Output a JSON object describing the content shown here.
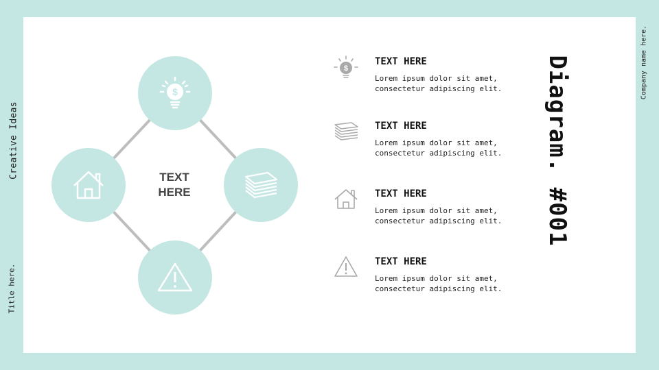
{
  "sidebar_left": {
    "section_title": "Creative Ideas",
    "slide_title": "Title here."
  },
  "sidebar_right": {
    "company": "Company name here."
  },
  "heading": "Diagram. #001",
  "diagram": {
    "center_line1": "TEXT",
    "center_line2": "HERE",
    "nodes": [
      {
        "icon": "lightbulb-dollar-icon"
      },
      {
        "icon": "house-icon"
      },
      {
        "icon": "stack-icon"
      },
      {
        "icon": "warning-icon"
      }
    ]
  },
  "items": [
    {
      "icon": "lightbulb-dollar-icon",
      "title": "TEXT HERE",
      "line1": "Lorem ipsum dolor sit amet,",
      "line2": "consectetur adipiscing elit."
    },
    {
      "icon": "stack-icon",
      "title": "TEXT HERE",
      "line1": "Lorem ipsum dolor sit amet,",
      "line2": "consectetur adipiscing elit."
    },
    {
      "icon": "house-icon",
      "title": "TEXT HERE",
      "line1": "Lorem ipsum dolor sit amet,",
      "line2": "consectetur adipiscing elit."
    },
    {
      "icon": "warning-icon",
      "title": "TEXT HERE",
      "line1": "Lorem ipsum dolor sit amet,",
      "line2": "consectetur adipiscing elit."
    }
  ],
  "colors": {
    "frame": "#c4e7e3",
    "circle": "#c4e7e3",
    "connector": "#bdbdbd",
    "icon_list": "#a9a9a9"
  }
}
